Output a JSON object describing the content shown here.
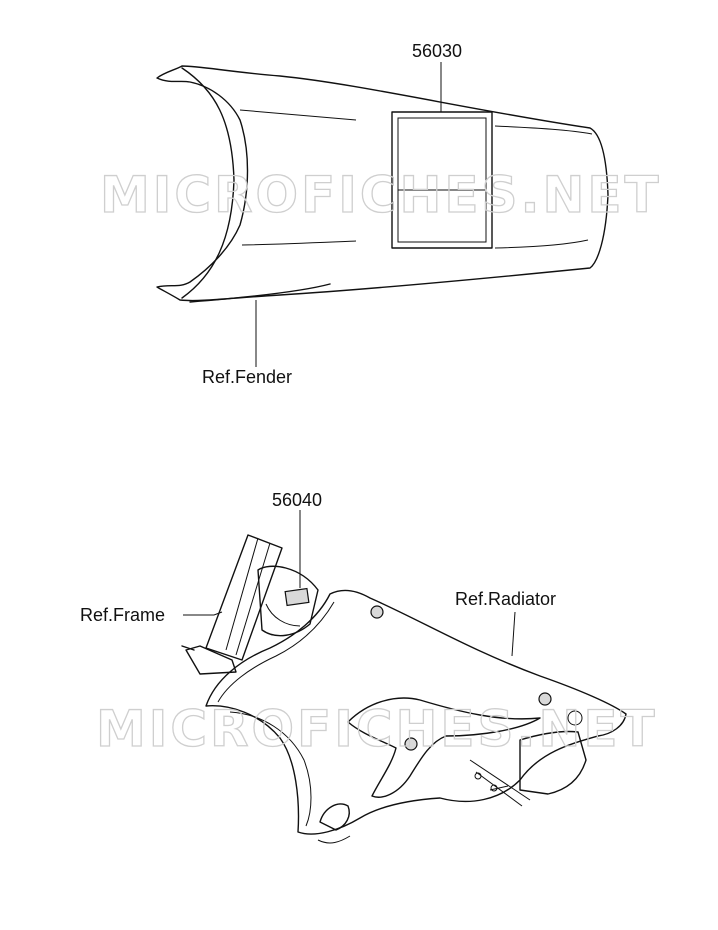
{
  "top_assembly": {
    "part_label": "56030",
    "ref_label": "Ref.Fender"
  },
  "bottom_assembly": {
    "part_label": "56040",
    "ref_frame_label": "Ref.Frame",
    "ref_radiator_label": "Ref.Radiator"
  },
  "watermark": {
    "text": "MICROFICHES.NET"
  }
}
